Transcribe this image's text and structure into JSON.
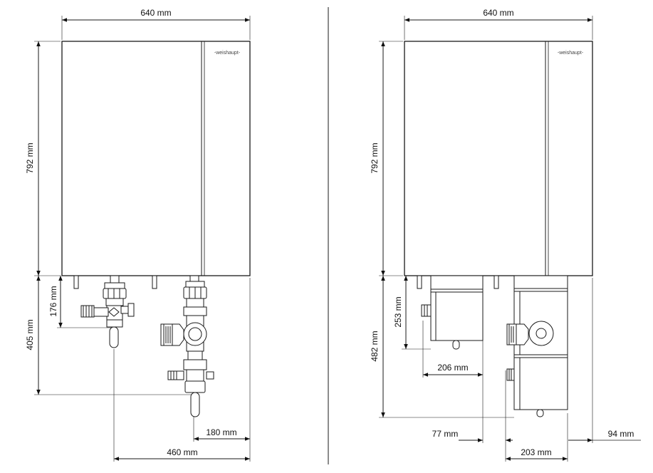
{
  "left_view": {
    "brand": "-weishaupt-",
    "width_label": "640 mm",
    "height_label": "792 mm",
    "depth1_label": "176 mm",
    "depth2_label": "405 mm",
    "offset1_label": "180 mm",
    "offset2_label": "460 mm"
  },
  "right_view": {
    "brand": "-weishaupt-",
    "width_label": "640 mm",
    "height_label": "792 mm",
    "depth1_label": "253 mm",
    "depth2_label": "482 mm",
    "offset1_label": "206 mm",
    "offset2_label": "77 mm",
    "offset3_label": "203 mm",
    "offset4_label": "94 mm"
  },
  "colors": {
    "line": "#1a1a1a",
    "panel": "#ffffff"
  }
}
